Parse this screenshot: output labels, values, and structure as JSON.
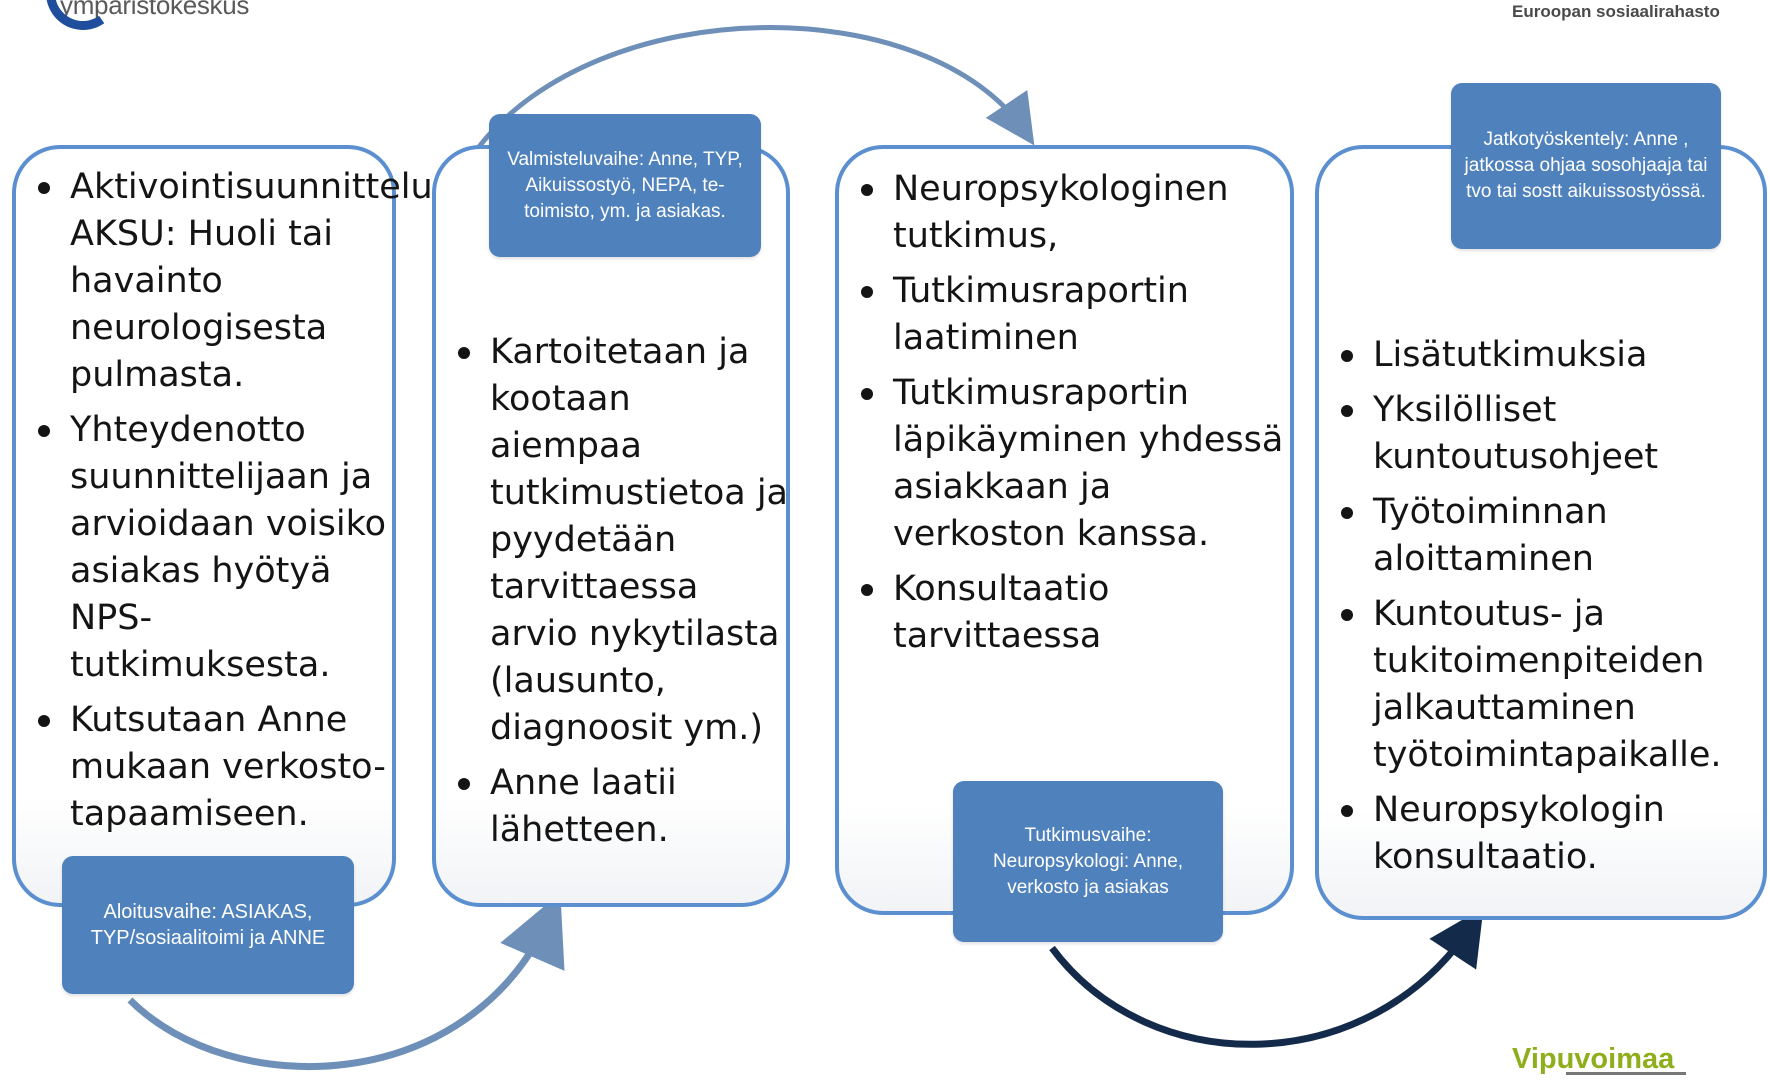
{
  "header": {
    "left_logo_text": "ympäristökeskus",
    "right_logo_text": "Euroopan sosiaalirahasto"
  },
  "footer": {
    "brand": "Vipuvoimaa"
  },
  "colors": {
    "card_border": "#5b8fcf",
    "label_fill": "#4f81bd",
    "arrow_light": "#6d8fb8",
    "arrow_dark": "#142a4a",
    "brand_green": "#8fae1b"
  },
  "cards": [
    {
      "items": [
        "Aktivointisuunnittelu AKSU: Huoli tai havainto neurologisesta pulmasta.",
        "Yhteydenotto suunnittelijaan ja arvioidaan voisiko asiakas hyötyä NPS-tutkimuksesta.",
        "Kutsutaan Anne mukaan verkosto-tapaamiseen."
      ],
      "label": "Aloitusvaihe: ASIAKAS, TYP/sosiaalitoimi ja ANNE"
    },
    {
      "items": [
        "Kartoitetaan ja kootaan aiempaa tutkimustietoa ja pyydetään tarvittaessa arvio nykytilasta (lausunto, diagnoosit ym.)",
        "Anne laatii lähetteen."
      ],
      "label": "Valmisteluvaihe: Anne, TYP, Aikuissostyö, NEPA, te-toimisto, ym. ja asiakas."
    },
    {
      "items": [
        "Neuropsykologinen tutkimus,",
        "Tutkimusraportin laatiminen",
        "Tutkimusraportin läpikäyminen yhdessä asiakkaan ja verkoston kanssa.",
        "Konsultaatio tarvittaessa"
      ],
      "label": "Tutkimusvaihe: Neuropsykologi: Anne, verkosto ja asiakas"
    },
    {
      "items": [
        "Lisätutkimuksia",
        "Yksilölliset kuntoutusohjeet",
        "Työtoiminnan aloittaminen",
        "Kuntoutus- ja tukitoimenpiteiden jalkauttaminen työtoimintapaikalle.",
        "Neuropsykologin konsultaatio."
      ],
      "label": "Jatkotyöskentely: Anne , jatkossa ohjaa sosohjaaja tai tvo tai sostt aikuissostyössä."
    }
  ]
}
